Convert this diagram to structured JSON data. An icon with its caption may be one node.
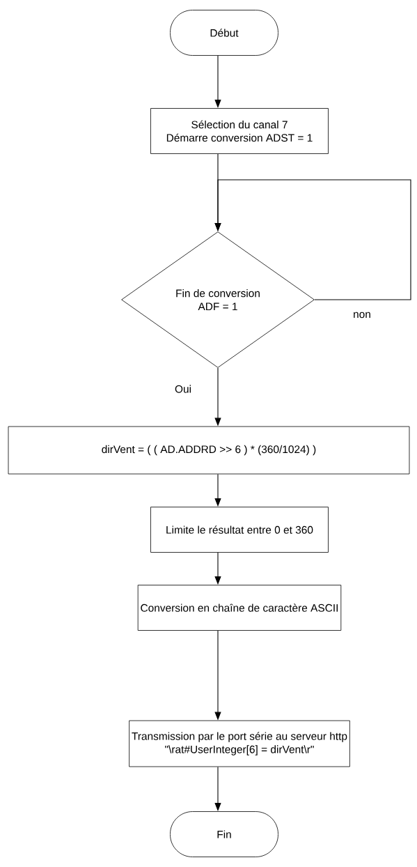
{
  "diagram": {
    "nodes": [
      {
        "text": [
          "Début"
        ]
      },
      {
        "text": [
          "Sélection du canal 7",
          "Démarre conversion ADST = 1"
        ]
      },
      {
        "text": [
          "Fin de conversion",
          "ADF = 1"
        ]
      },
      {
        "text": [
          "dirVent = ( ( AD.ADDRD >> 6 ) * (360/1024) )"
        ]
      },
      {
        "text": [
          "Limite le résultat entre 0 et 360"
        ]
      },
      {
        "text": [
          "Conversion en chaîne de caractère ASCII"
        ]
      },
      {
        "text": [
          "Transmission par le port série au serveur http",
          "\"\\rat#UserInteger[6] = dirVent\\r\""
        ]
      },
      {
        "text": [
          "Fin"
        ]
      }
    ],
    "edges": [
      {
        "from": 0,
        "to": 1,
        "arrow": "to"
      },
      {
        "from": 1,
        "to": 2,
        "arrow": "to"
      },
      {
        "from": 2,
        "to": 2,
        "arrow": "to",
        "label": "non"
      },
      {
        "from": 2,
        "to": 3,
        "arrow": "to",
        "label": "Oui"
      },
      {
        "from": 3,
        "to": 4,
        "arrow": "to"
      },
      {
        "from": 4,
        "to": 5,
        "arrow": "to"
      },
      {
        "from": 5,
        "to": 6,
        "arrow": "to"
      },
      {
        "from": 6,
        "to": 7,
        "arrow": "to"
      }
    ]
  }
}
